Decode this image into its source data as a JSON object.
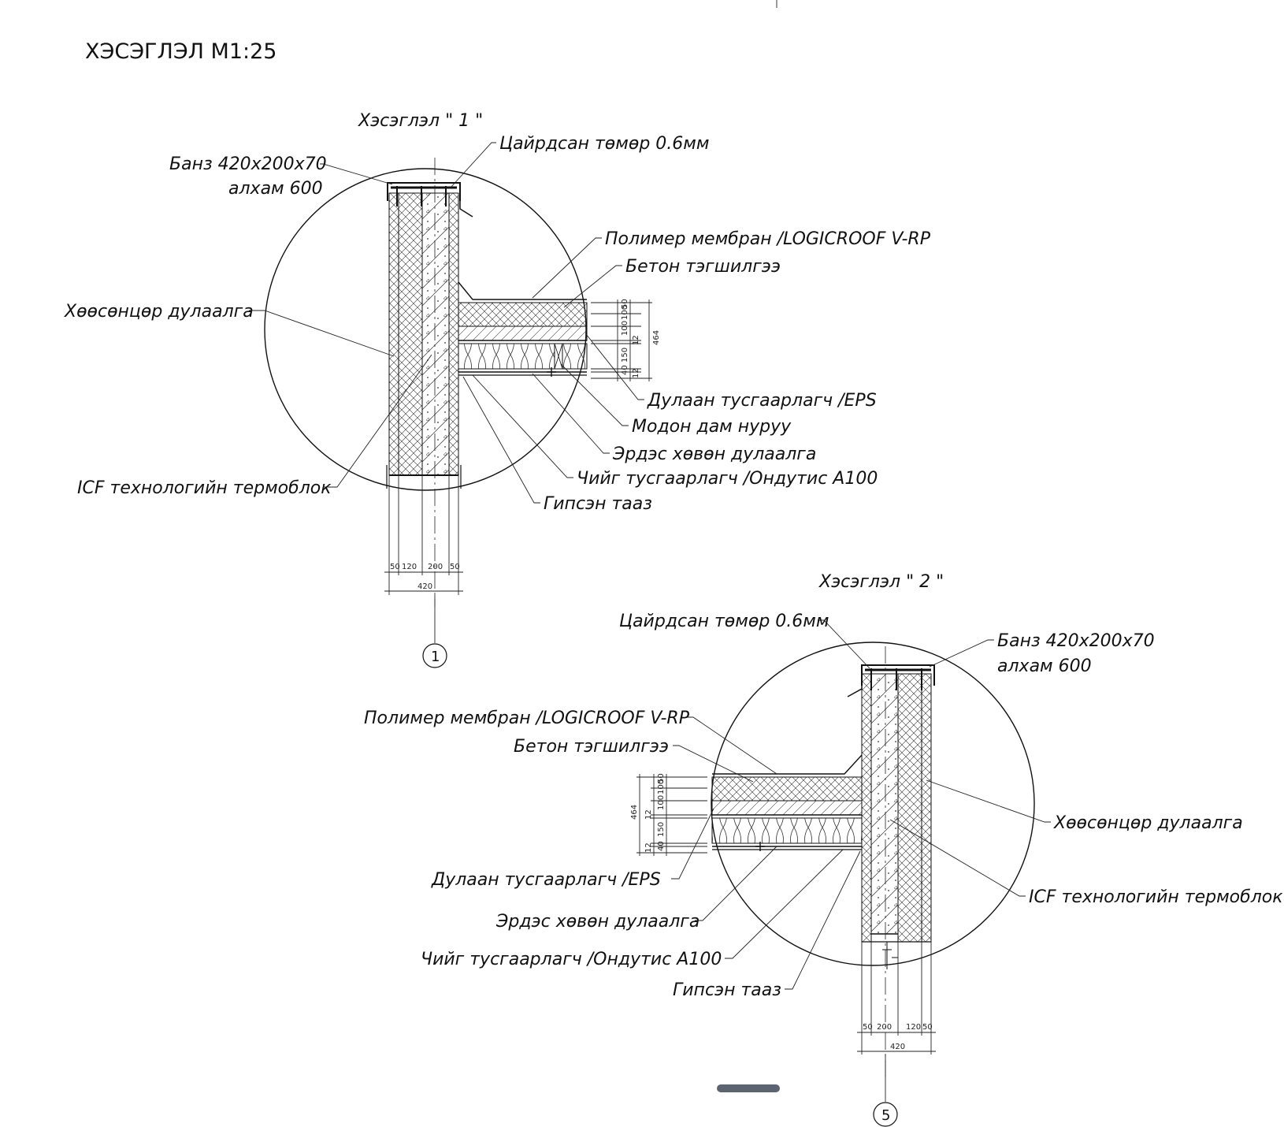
{
  "sheet": {
    "title": "ХЭСЭГЛЭЛ М1:25"
  },
  "detail1": {
    "title": "Хэсэглэл \" 1 \"",
    "labels": {
      "tin": "Цайрдсан төмөр 0.6мм",
      "banz1": "Банз 420х200х70",
      "banz2": "алхам 600",
      "membrane": "Полимер мембран /LOGICROOF V-RP",
      "concrete": "Бетон тэгшилгээ",
      "foam": "Хөөсөнцөр дулаалга",
      "eps": "Дулаан тусгаарлагч /EPS",
      "joist": "Модон дам нуруу",
      "wool": "Эрдэс хөвөн дулаалга",
      "vapor": "Чийг тусгаарлагч /Ондутис А100",
      "gypsum": "Гипсэн тааз",
      "icf": "ICF технологийн термоблок"
    },
    "dims": {
      "d50a": "50",
      "d120": "120",
      "d200": "200",
      "d50b": "50",
      "total": "420",
      "v50": "50",
      "v100a": "100",
      "v100b": "100",
      "v12a": "12",
      "v150": "150",
      "v40": "40",
      "v12b": "12",
      "vtotal": "464"
    },
    "axis": "1"
  },
  "detail2": {
    "title": "Хэсэглэл \" 2 \"",
    "labels": {
      "tin": "Цайрдсан төмөр 0.6мм",
      "banz1": "Банз 420х200х70",
      "banz2": "алхам 600",
      "membrane": "Полимер мембран /LOGICROOF V-RP",
      "concrete": "Бетон тэгшилгээ",
      "foam": "Хөөсөнцөр дулаалга",
      "eps": "Дулаан тусгаарлагч /EPS",
      "icf": "ICF технологийн термоблок",
      "wool": "Эрдэс хөвөн дулаалга",
      "vapor": "Чийг тусгаарлагч /Ондутис А100",
      "gypsum": "Гипсэн тааз"
    },
    "dims": {
      "d50a": "50",
      "d200": "200",
      "d120": "120",
      "d50b": "50",
      "total": "420",
      "v50": "50",
      "v100a": "100",
      "v100b": "100",
      "v12a": "12",
      "v150": "150",
      "v40": "40",
      "v12b": "12",
      "vtotal": "464"
    },
    "axis": "5"
  }
}
